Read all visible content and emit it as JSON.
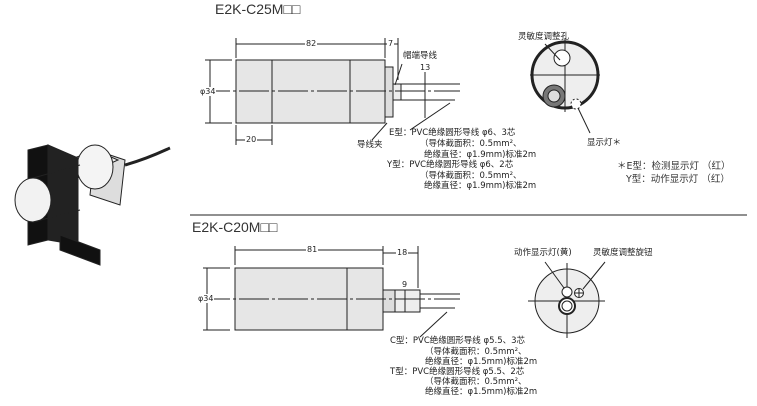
{
  "top": {
    "title": "E2K-C25M□□",
    "dims": {
      "length": "82",
      "cap": "7",
      "diameter": "φ34",
      "section": "20",
      "cable_height": "13"
    },
    "labels": {
      "cap_lead": "帽端导线",
      "cable_clamp": "导线夹",
      "sensitivity_hole": "灵敏度调整孔",
      "indicator": "显示灯＊"
    },
    "cable_spec": [
      "E型：PVC绝缘圆形导线 φ6、3芯",
      "（导体截面积：0.5mm²、",
      "绝缘直径：φ1.9mm)标准2m",
      "Y型：PVC绝缘圆形导线 φ6、2芯",
      "（导体截面积：0.5mm²、",
      "绝缘直径：φ1.9mm)标准2m"
    ],
    "legend": [
      "＊E型：检测显示灯 （红）",
      "Y型：动作显示灯 （红）"
    ]
  },
  "bottom": {
    "title": "E2K-C20M□□",
    "dims": {
      "length": "81",
      "tail": "18",
      "diameter": "φ34",
      "gland": "9"
    },
    "labels": {
      "operation_indicator": "动作显示灯(黄)",
      "sensitivity_knob": "灵敏度调整旋钮"
    },
    "cable_spec": [
      "C型：PVC绝缘圆形导线 φ5.5、3芯",
      "（导体截面积：0.5mm²、",
      "绝缘直径：φ1.5mm)标准2m",
      "T型：PVC绝缘圆形导线 φ5.5、2芯",
      "（导体截面积：0.5mm²、",
      "绝缘直径：φ1.5mm)标准2m"
    ]
  }
}
